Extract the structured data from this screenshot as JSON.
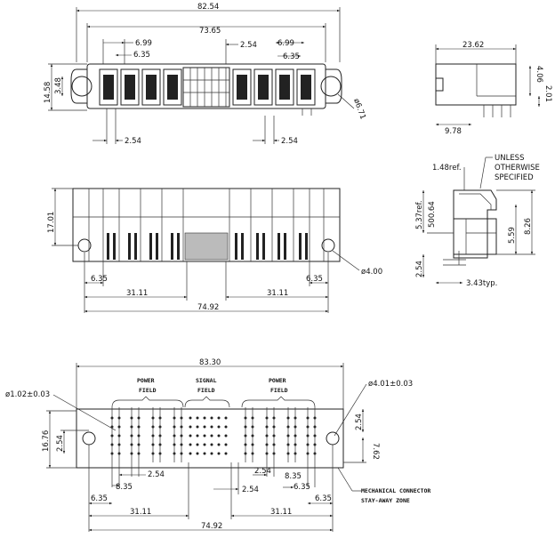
{
  "view_top": {
    "overall_width": "82.54",
    "inner_width": "73.65",
    "pitch_left": "6.99",
    "pitch_right": "6.99",
    "sub_left": "6.35",
    "sub_right": "6.35",
    "center_pitch": "2.54",
    "height": "14.58",
    "height_small": "3.48",
    "hole": "ø6.71",
    "bottom_left": "2.54",
    "bottom_right": "2.54"
  },
  "view_side": {
    "width": "23.62",
    "height_a": "4.06",
    "height_b": "2.01",
    "bottom": "9.78"
  },
  "view_front": {
    "height": "17.01",
    "hole": "ø4.00",
    "left_small": "6.35",
    "right_small": "6.35",
    "left_span": "31.11",
    "right_span": "31.11",
    "overall": "74.92"
  },
  "view_section": {
    "note_line1": "UNLESS",
    "note_line2": "OTHERWISE",
    "note_line3": "SPECIFIED",
    "ref1": "1.48ref.",
    "ref2": "5.37ref.",
    "val1": "500.64",
    "dim_a": "5.59",
    "dim_b": "8.26",
    "dim_c": "2.54",
    "typ": "3.43typ."
  },
  "view_footprint": {
    "overall": "83.30",
    "hole_small": "ø1.02±0.03",
    "hole_large": "ø4.01±0.03",
    "power_left_1": "POWER",
    "power_left_2": "FIELD",
    "signal_1": "SIGNAL",
    "signal_2": "FIELD",
    "power_right_1": "POWER",
    "power_right_2": "FIELD",
    "height": "16.76",
    "left_small": "2.54",
    "right_top": "2.54",
    "right_mid": "7.62",
    "pitch_a": "2.54",
    "pitch_b": "8.35",
    "pitch_c": "2.54",
    "pitch_d": "2.54",
    "pitch_e": "6.35",
    "pitch_f": "8.35",
    "left_edge": "6.35",
    "right_edge": "6.35",
    "left_span": "31.11",
    "right_span": "31.11",
    "overall_bottom": "74.92",
    "mech_1": "MECHANICAL CONNECTOR",
    "mech_2": "STAY-AWAY ZONE"
  }
}
